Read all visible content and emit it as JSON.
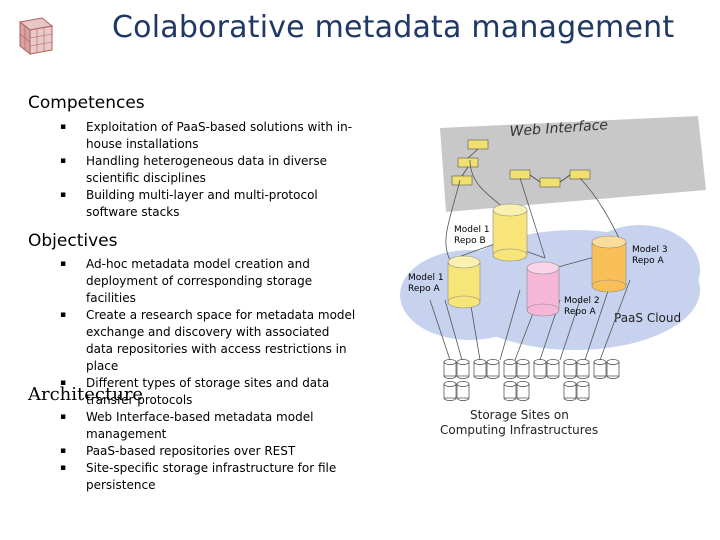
{
  "title": "Colaborative metadata management",
  "sections": [
    {
      "heading": "Competences",
      "items": [
        "Exploitation of PaaS-based solutions with in-house installations",
        "Handling heterogeneous data in diverse scientific disciplines",
        "Building multi-layer and multi-protocol software stacks"
      ]
    },
    {
      "heading": "Objectives",
      "items": [
        "Ad-hoc metadata model creation and deployment of corresponding storage facilities",
        "Create a research space for metadata model exchange and discovery with associated data repositories with access restrictions in place",
        "Different types of storage sites and data transfer protocols"
      ]
    },
    {
      "heading": "Architecture",
      "items": [
        "Web Interface-based metadata model management",
        "PaaS-based repositories over REST",
        "Site-specific storage infrastructure for file persistence"
      ]
    }
  ],
  "diagram": {
    "web_interface": "Web Interface",
    "model1_repoB": [
      "Model 1",
      "Repo B"
    ],
    "model1_repoA": [
      "Model 1",
      "Repo A"
    ],
    "model2_repoA": [
      "Model 2",
      "Repo A"
    ],
    "model3_repoA": [
      "Model 3",
      "Repo A"
    ],
    "paas_cloud": "PaaS Cloud",
    "storage_sites": [
      "Storage Sites on",
      "Computing Infrastructures"
    ]
  },
  "colors": {
    "title": "#1f3864",
    "web_panel": "#c8c8c8",
    "cloud": "#c7d3ee",
    "cyl_yellow": "#f7e57a",
    "cyl_pink": "#f6b7d7",
    "cyl_orange": "#f9c05a"
  }
}
